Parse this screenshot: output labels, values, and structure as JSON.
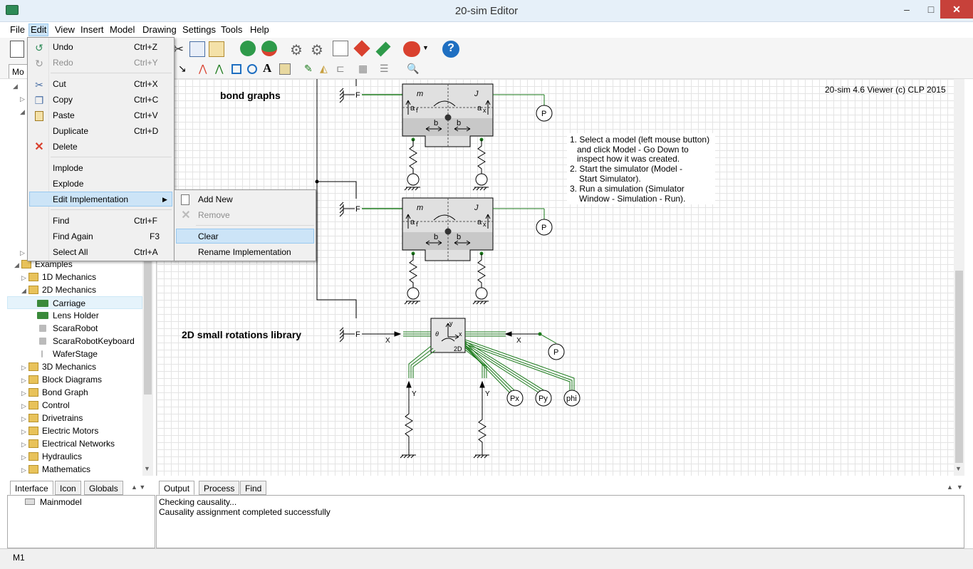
{
  "window": {
    "title": "20-sim Editor",
    "minimize": "–",
    "maximize": "□",
    "close": "✕"
  },
  "menubar": [
    "File",
    "Edit",
    "View",
    "Insert",
    "Model",
    "Drawing",
    "Settings",
    "Tools",
    "Help"
  ],
  "left_tab": "Mo",
  "tree": [
    {
      "label": "Examples",
      "level": 0,
      "type": "folder",
      "expanded": true
    },
    {
      "label": "1D Mechanics",
      "level": 1,
      "type": "folder"
    },
    {
      "label": "2D Mechanics",
      "level": 1,
      "type": "folder",
      "expanded": true
    },
    {
      "label": "Carriage",
      "level": 2,
      "type": "model",
      "selected": true
    },
    {
      "label": "Lens Holder",
      "level": 2,
      "type": "model"
    },
    {
      "label": "ScaraRobot",
      "level": 2,
      "type": "model"
    },
    {
      "label": "ScaraRobotKeyboard",
      "level": 2,
      "type": "model"
    },
    {
      "label": "WaferStage",
      "level": 2,
      "type": "model"
    },
    {
      "label": "3D Mechanics",
      "level": 1,
      "type": "folder"
    },
    {
      "label": "Block Diagrams",
      "level": 1,
      "type": "folder"
    },
    {
      "label": "Bond Graph",
      "level": 1,
      "type": "folder"
    },
    {
      "label": "Control",
      "level": 1,
      "type": "folder"
    },
    {
      "label": "Drivetrains",
      "level": 1,
      "type": "folder"
    },
    {
      "label": "Electric Motors",
      "level": 1,
      "type": "folder"
    },
    {
      "label": "Electrical Networks",
      "level": 1,
      "type": "folder"
    },
    {
      "label": "Hydraulics",
      "level": 1,
      "type": "folder"
    },
    {
      "label": "Mathematics",
      "level": 1,
      "type": "folder"
    }
  ],
  "canvas": {
    "heading1": "bond graphs",
    "heading2": "2D small rotations library",
    "credit": "20-sim 4.6 Viewer (c) CLP 2015",
    "instructions": [
      "1. Select a model (left mouse button)",
      "and click Model - Go Down to",
      "inspect how it was created.",
      "2. Start the simulator (Model -",
      "Start Simulator).",
      "3. Run a simulation (Simulator",
      "Window - Simulation - Run)."
    ],
    "labels": {
      "f": "F",
      "m": "m",
      "j": "J",
      "af": "a",
      "af_sub": "f",
      "ax": "a",
      "ax_sub": "x",
      "b": "b",
      "p": "P",
      "x": "X",
      "y": "Y",
      "theta": "θ",
      "ry": "y",
      "rx": "x",
      "r2d": "2D",
      "px": "Px",
      "py": "Py",
      "phi": "phi"
    }
  },
  "edit_menu": [
    {
      "label": "Undo",
      "shortcut": "Ctrl+Z",
      "icon": "undo-icon",
      "glyph": "↺",
      "color": "#2e8b57"
    },
    {
      "label": "Redo",
      "shortcut": "Ctrl+Y",
      "disabled": true,
      "icon": "redo-icon",
      "glyph": "↻",
      "color": "#999999"
    },
    {
      "sep": true
    },
    {
      "label": "Cut",
      "shortcut": "Ctrl+X",
      "icon": "cut-icon",
      "glyph": "✂",
      "color": "#4a6fa5"
    },
    {
      "label": "Copy",
      "shortcut": "Ctrl+C",
      "icon": "copy-icon",
      "glyph": "❐",
      "color": "#4a6fa5"
    },
    {
      "label": "Paste",
      "shortcut": "Ctrl+V",
      "icon": "paste-icon",
      "glyph": "📋",
      "color": "#c8a040"
    },
    {
      "label": "Duplicate",
      "shortcut": "Ctrl+D"
    },
    {
      "label": "Delete",
      "icon": "delete-icon",
      "glyph": "✕",
      "color": "#d9412f"
    },
    {
      "sep": true
    },
    {
      "label": "Implode"
    },
    {
      "label": "Explode"
    },
    {
      "label": "Edit Implementation",
      "submenu": true,
      "highlighted": true
    },
    {
      "sep": true
    },
    {
      "label": "Find",
      "shortcut": "Ctrl+F"
    },
    {
      "label": "Find Again",
      "shortcut": "F3"
    },
    {
      "label": "Select All",
      "shortcut": "Ctrl+A"
    }
  ],
  "submenu": [
    {
      "label": "Add New",
      "icon": "new-document-icon"
    },
    {
      "label": "Remove",
      "disabled": true,
      "icon": "remove-icon"
    },
    {
      "sep": true
    },
    {
      "label": "Clear",
      "highlighted": true
    },
    {
      "label": "Rename Implementation"
    }
  ],
  "bottom_left": {
    "tabs": [
      "Interface",
      "Icon",
      "Globals"
    ],
    "item": "Mainmodel"
  },
  "bottom_right": {
    "tabs": [
      "Output",
      "Process",
      "Find"
    ],
    "lines": [
      "Checking causality...",
      "Causality assignment completed successfully"
    ]
  },
  "status": "M1",
  "colors": {
    "bond": "#1a7a1a",
    "menu_highlight": "#cce4f7",
    "close": "#c7413a"
  }
}
